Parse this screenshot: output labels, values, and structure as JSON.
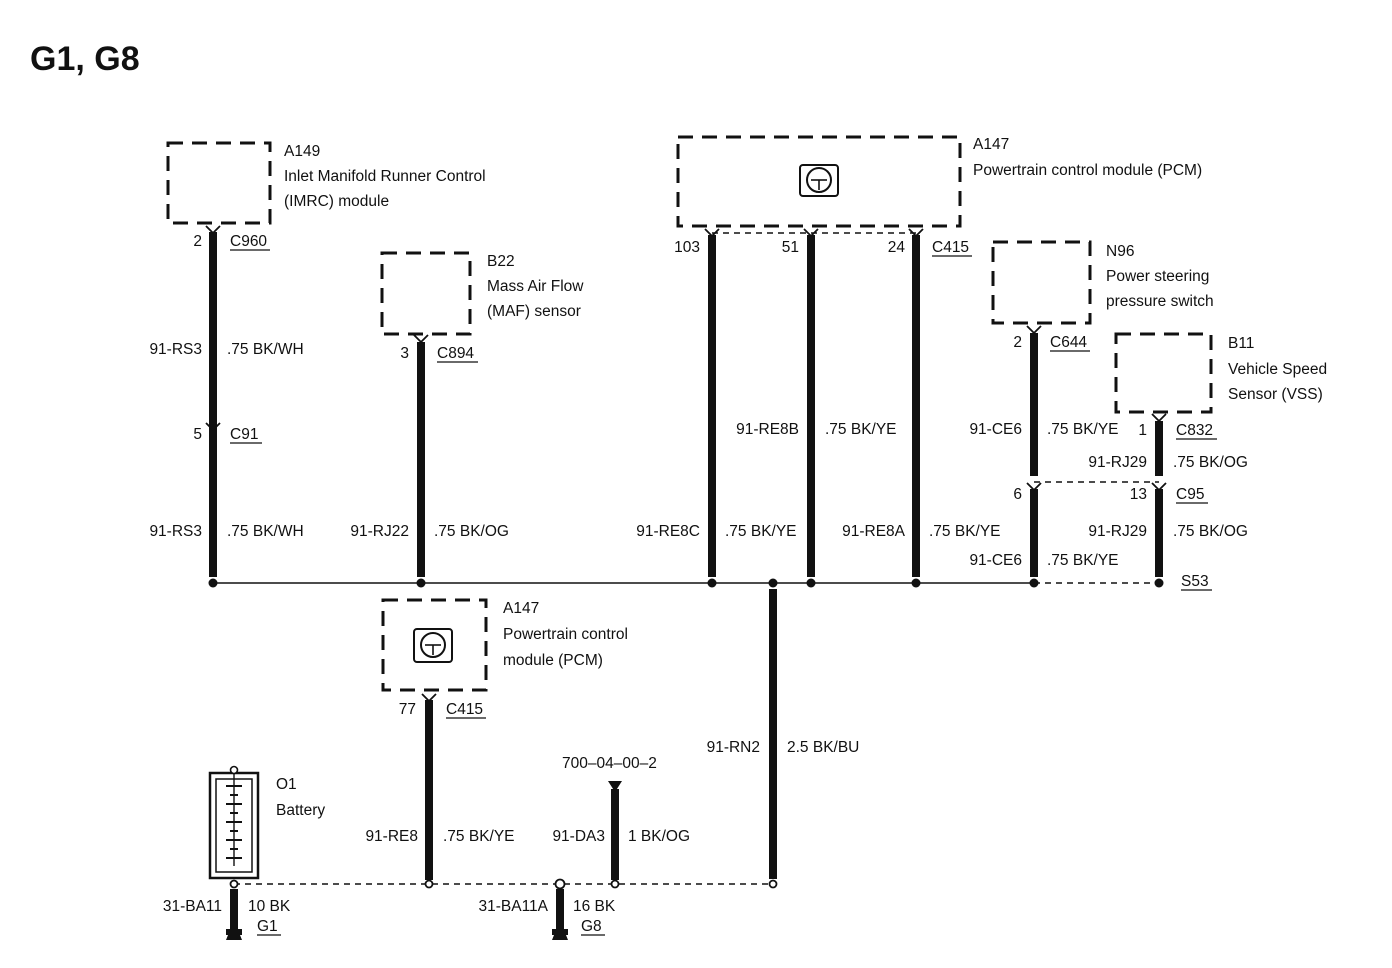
{
  "title": "G1, G8",
  "components": {
    "a149": {
      "id": "A149",
      "name_1": "Inlet Manifold Runner Control",
      "name_2": "(IMRC) module"
    },
    "b22": {
      "id": "B22",
      "name_1": "Mass Air Flow",
      "name_2": "(MAF) sensor"
    },
    "a147_top": {
      "id": "A147",
      "name_1": "Powertrain control module (PCM)"
    },
    "n96": {
      "id": "N96",
      "name_1": "Power steering",
      "name_2": "pressure switch"
    },
    "b11": {
      "id": "B11",
      "name_1": "Vehicle Speed",
      "name_2": "Sensor (VSS)"
    },
    "a147_bottom": {
      "id": "A147",
      "name_1": "Powertrain control",
      "name_2": "module (PCM)"
    },
    "o1": {
      "id": "O1",
      "name_1": "Battery"
    }
  },
  "connectors": {
    "c960": "C960",
    "c91": "C91",
    "c894": "C894",
    "c415_top": "C415",
    "c644": "C644",
    "c832": "C832",
    "c95": "C95",
    "s53": "S53",
    "c415_bottom": "C415",
    "g1": "G1",
    "g8": "G8",
    "ref_700": "700–04–00–2"
  },
  "pins": {
    "a149_c960": "2",
    "a149_c91": "5",
    "b22_c894": "3",
    "pcm_103": "103",
    "pcm_51": "51",
    "pcm_24": "24",
    "n96_c644": "2",
    "n96_c95": "6",
    "b11_c832": "1",
    "b11_c95": "13",
    "pcm_77": "77"
  },
  "wires": {
    "rs3_upper": {
      "code": "91-RS3",
      "spec": ".75 BK/WH"
    },
    "rs3_lower": {
      "code": "91-RS3",
      "spec": ".75 BK/WH"
    },
    "rj22": {
      "code": "91-RJ22",
      "spec": ".75 BK/OG"
    },
    "re8b": {
      "code": "91-RE8B",
      "spec": ".75 BK/YE"
    },
    "re8c": {
      "code": "91-RE8C",
      "spec": ".75 BK/YE"
    },
    "re8a": {
      "code": "91-RE8A",
      "spec": ".75 BK/YE"
    },
    "ce6_upper": {
      "code": "91-CE6",
      "spec": ".75 BK/YE"
    },
    "ce6_lower": {
      "code": "91-CE6",
      "spec": ".75 BK/YE"
    },
    "rj29_upper": {
      "code": "91-RJ29",
      "spec": ".75 BK/OG"
    },
    "rj29_lower": {
      "code": "91-RJ29",
      "spec": ".75 BK/OG"
    },
    "rn2": {
      "code": "91-RN2",
      "spec": "2.5 BK/BU"
    },
    "re8": {
      "code": "91-RE8",
      "spec": ".75 BK/YE"
    },
    "da3": {
      "code": "91-DA3",
      "spec": "1 BK/OG"
    },
    "ba11": {
      "code": "31-BA11",
      "spec": "10 BK"
    },
    "ba11a": {
      "code": "31-BA11A",
      "spec": "16 BK"
    }
  }
}
